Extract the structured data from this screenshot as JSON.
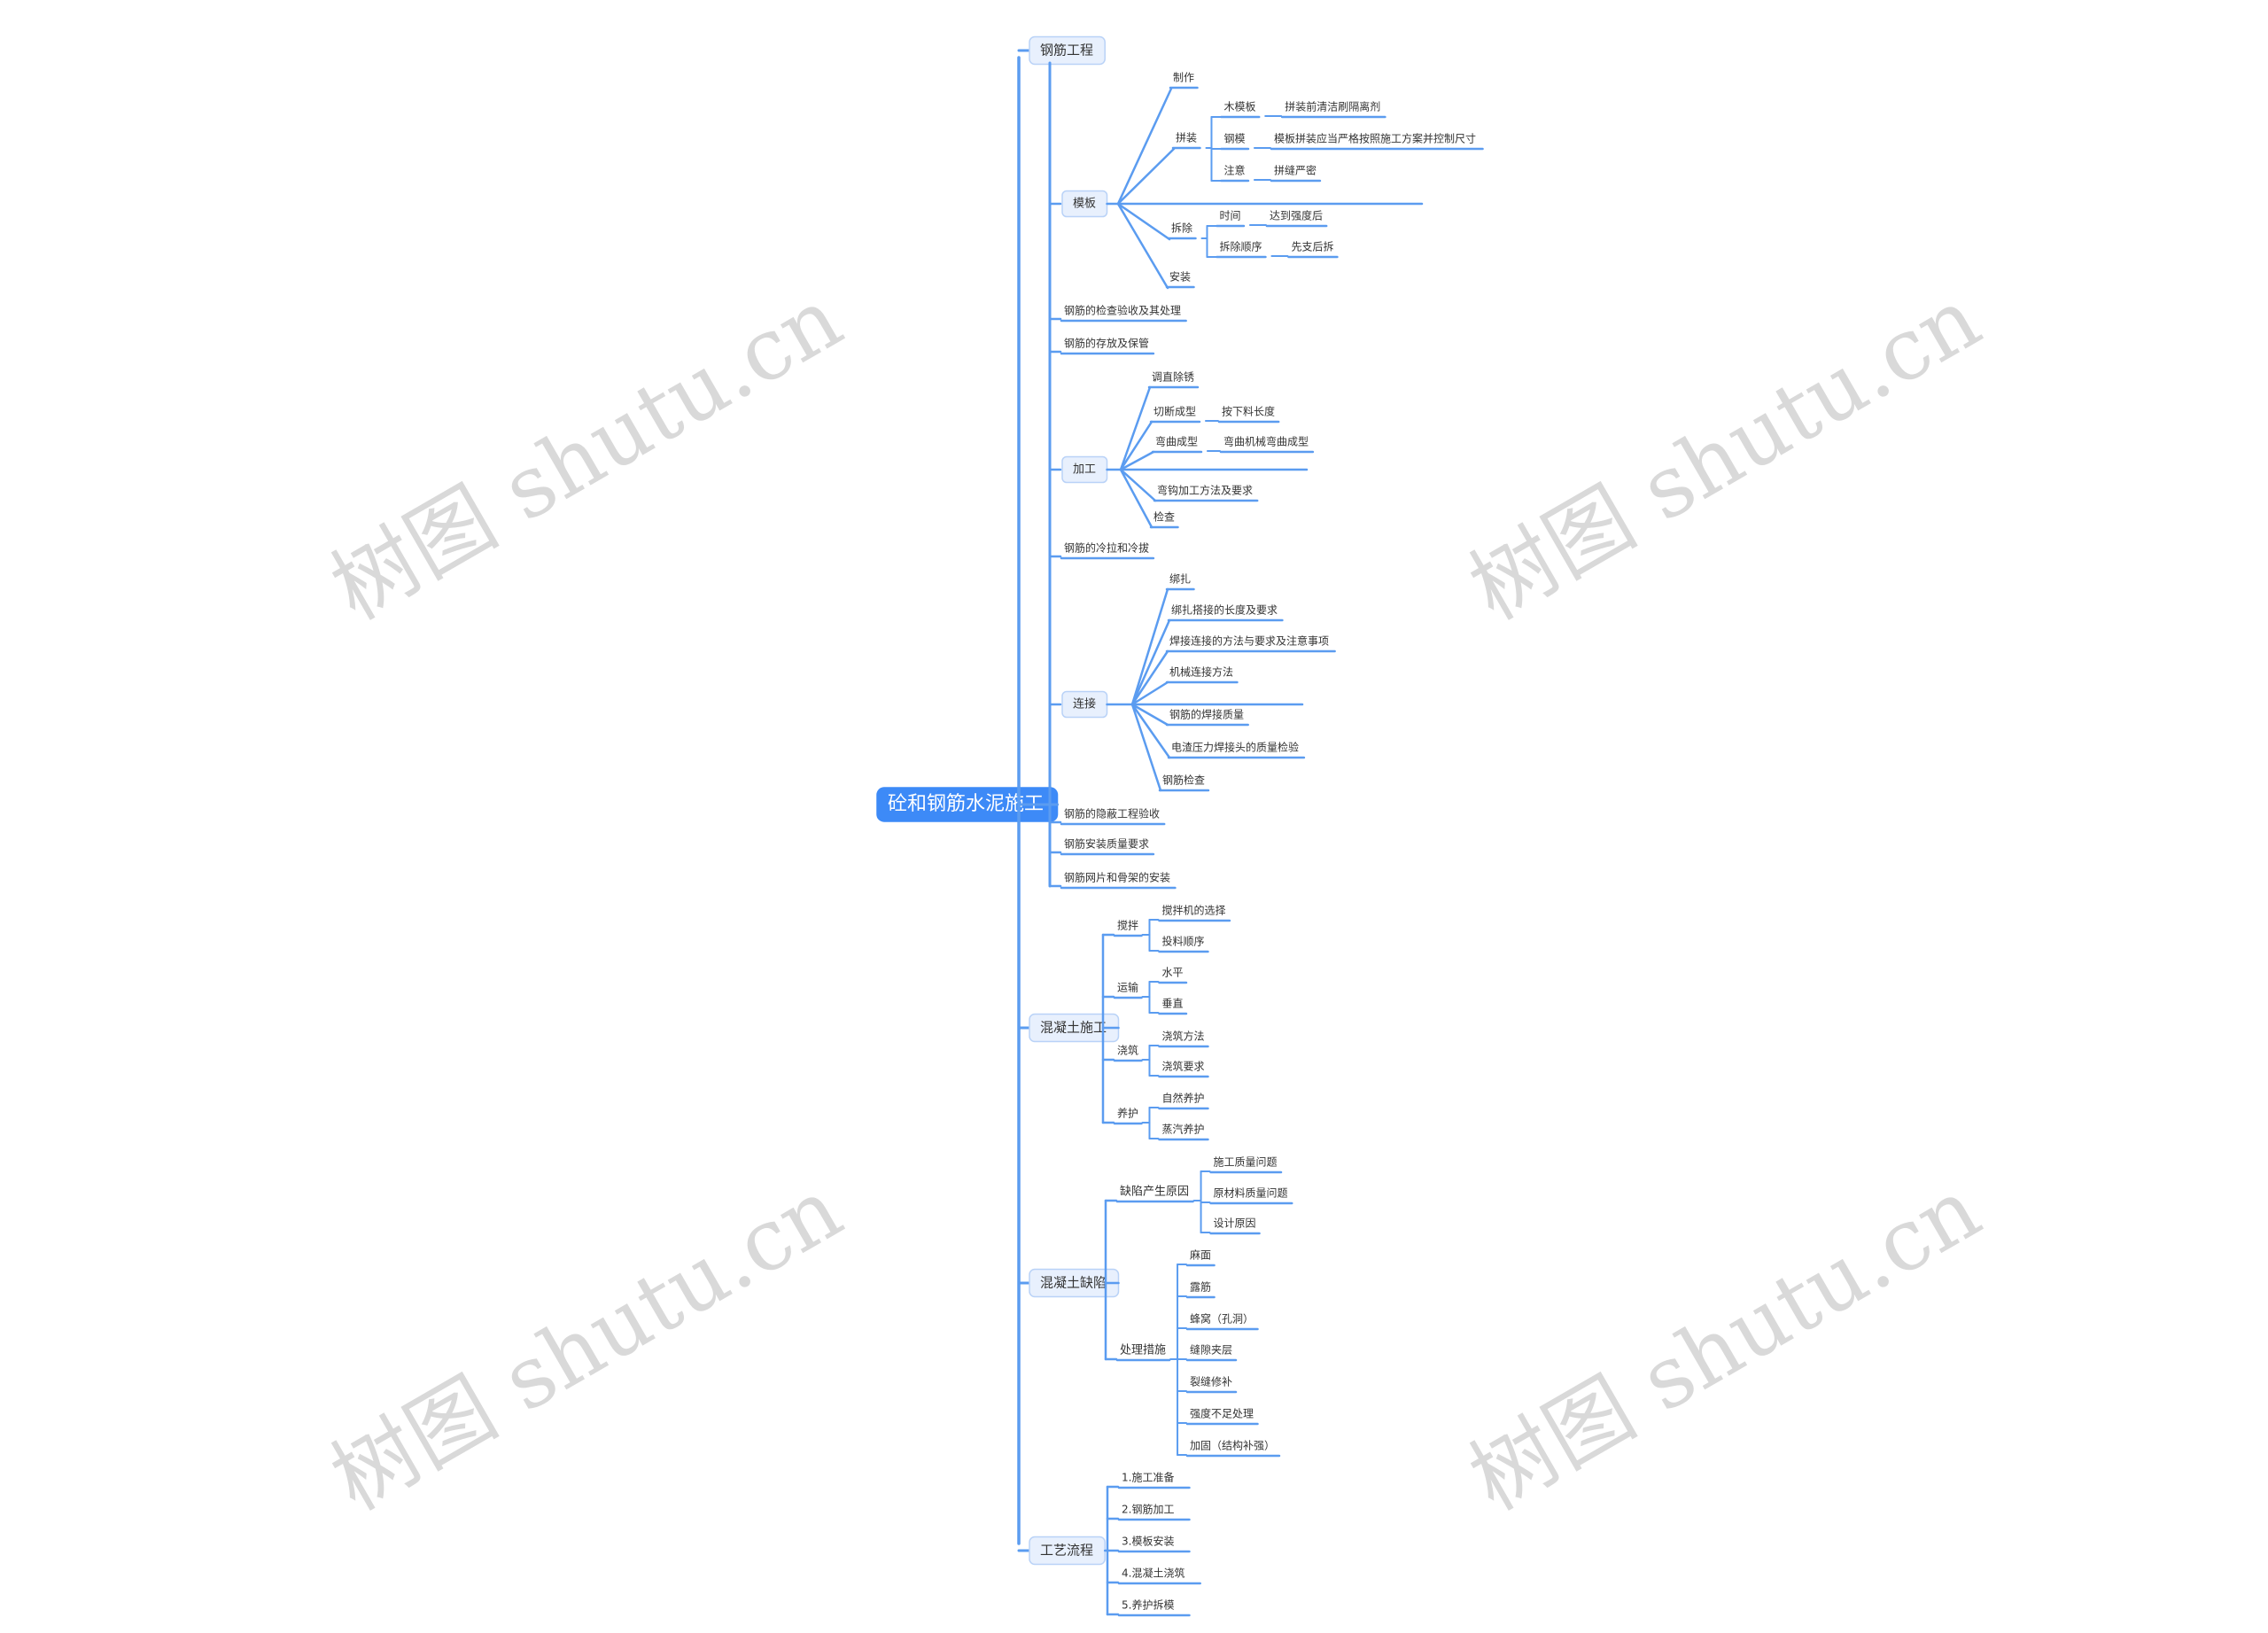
{
  "root": "砼和钢筋水泥施工",
  "watermark": "树图 shutu.cn",
  "colors": {
    "line": "#5b9cf0",
    "root_fill": "#3d8af7",
    "branch_fill": "#e8f0fd",
    "text": "#333333",
    "root_text": "#ffffff",
    "watermark": "#d9d9d9"
  },
  "branches": [
    {
      "label": "钢筋工程",
      "items": [
        {
          "label": "模板",
          "children": [
            {
              "label": "制作"
            },
            {
              "label": "拼装",
              "children": [
                {
                  "label": "木模板",
                  "children": [
                    {
                      "label": "拼装前清洁刷隔离剂"
                    }
                  ]
                },
                {
                  "label": "钢模",
                  "children": [
                    {
                      "label": "模板拼装应当严格按照施工方案并控制尺寸"
                    }
                  ]
                },
                {
                  "label": "注意",
                  "children": [
                    {
                      "label": "拼缝严密"
                    }
                  ]
                }
              ]
            },
            {
              "label": "拆除",
              "children": [
                {
                  "label": "时间",
                  "children": [
                    {
                      "label": "达到强度后"
                    }
                  ]
                },
                {
                  "label": "拆除顺序",
                  "children": [
                    {
                      "label": "先支后拆"
                    }
                  ]
                }
              ]
            },
            {
              "label": "安装"
            }
          ]
        },
        {
          "label": "钢筋的检查验收及其处理"
        },
        {
          "label": "钢筋的存放及保管"
        },
        {
          "label": "加工",
          "children": [
            {
              "label": "调直除锈"
            },
            {
              "label": "切断成型",
              "children": [
                {
                  "label": "按下料长度"
                }
              ]
            },
            {
              "label": "弯曲成型",
              "children": [
                {
                  "label": "弯曲机械弯曲成型"
                }
              ]
            },
            {
              "label": "弯钩加工方法及要求"
            },
            {
              "label": "检查"
            }
          ]
        },
        {
          "label": "钢筋的冷拉和冷拔"
        },
        {
          "label": "连接",
          "children": [
            {
              "label": "绑扎"
            },
            {
              "label": "绑扎搭接的长度及要求"
            },
            {
              "label": "焊接连接的方法与要求及注意事项"
            },
            {
              "label": "机械连接方法"
            },
            {
              "label": "钢筋的焊接质量"
            },
            {
              "label": "电渣压力焊接头的质量检验"
            },
            {
              "label": "钢筋检查"
            }
          ]
        },
        {
          "label": "钢筋的隐蔽工程验收"
        },
        {
          "label": "钢筋安装质量要求"
        },
        {
          "label": "钢筋网片和骨架的安装"
        }
      ]
    },
    {
      "label": "混凝土施工",
      "items": [
        {
          "label": "搅拌",
          "children": [
            {
              "label": "搅拌机的选择"
            },
            {
              "label": "投料顺序"
            }
          ]
        },
        {
          "label": "运输",
          "children": [
            {
              "label": "水平"
            },
            {
              "label": "垂直"
            }
          ]
        },
        {
          "label": "浇筑",
          "children": [
            {
              "label": "浇筑方法"
            },
            {
              "label": "浇筑要求"
            }
          ]
        },
        {
          "label": "养护",
          "children": [
            {
              "label": "自然养护"
            },
            {
              "label": "蒸汽养护"
            }
          ]
        }
      ]
    },
    {
      "label": "混凝土缺陷",
      "items": [
        {
          "label": "缺陷产生原因",
          "children": [
            {
              "label": "施工质量问题"
            },
            {
              "label": "原材料质量问题"
            },
            {
              "label": "设计原因"
            }
          ]
        },
        {
          "label": "处理措施",
          "children": [
            {
              "label": "麻面"
            },
            {
              "label": "露筋"
            },
            {
              "label": "蜂窝（孔洞）"
            },
            {
              "label": "缝隙夹层"
            },
            {
              "label": "裂缝修补"
            },
            {
              "label": "强度不足处理"
            },
            {
              "label": "加固（结构补强）"
            }
          ]
        }
      ]
    },
    {
      "label": "工艺流程",
      "items": [
        {
          "label": "1.施工准备"
        },
        {
          "label": "2.钢筋加工"
        },
        {
          "label": "3.模板安装"
        },
        {
          "label": "4.混凝土浇筑"
        },
        {
          "label": "5.养护拆模"
        }
      ]
    }
  ]
}
